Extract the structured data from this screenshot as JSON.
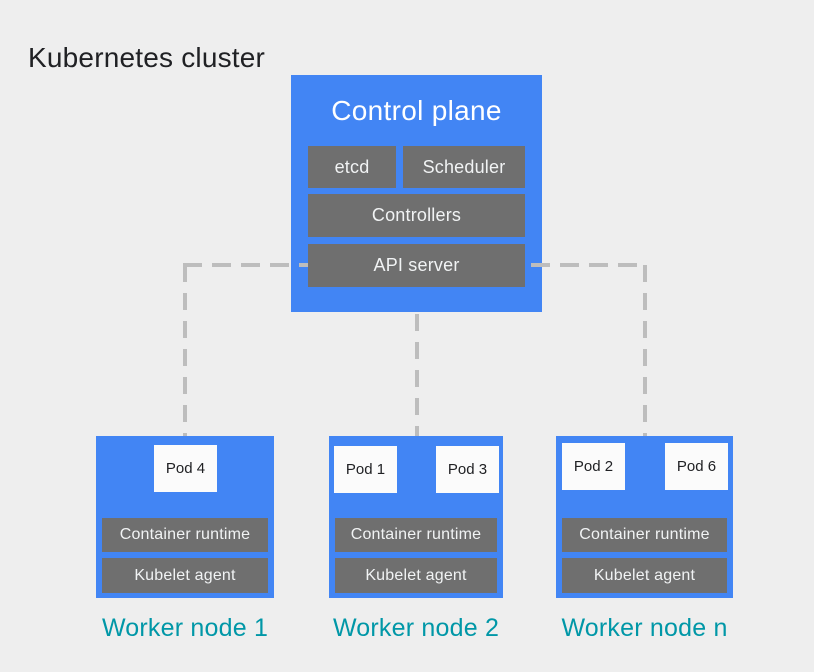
{
  "diagram": {
    "title": "Kubernetes cluster"
  },
  "control_plane": {
    "title": "Control plane",
    "components": {
      "etcd": "etcd",
      "scheduler": "Scheduler",
      "controllers": "Controllers",
      "api_server": "API server"
    }
  },
  "workers": [
    {
      "label": "Worker node 1",
      "pods": [
        "Pod 4"
      ],
      "components": {
        "runtime": "Container runtime",
        "kubelet": "Kubelet agent"
      }
    },
    {
      "label": "Worker node 2",
      "pods": [
        "Pod 1",
        "Pod 3"
      ],
      "components": {
        "runtime": "Container runtime",
        "kubelet": "Kubelet agent"
      }
    },
    {
      "label": "Worker node n",
      "pods": [
        "Pod 2",
        "Pod 6"
      ],
      "components": {
        "runtime": "Container runtime",
        "kubelet": "Kubelet agent"
      }
    }
  ],
  "colors": {
    "background": "#eeeeee",
    "node-blue": "#4285f4",
    "component-gray": "#6f6f6f",
    "component-text": "#f1f3f4",
    "pod-bg": "#fbfbfb",
    "pod-text": "#202124",
    "title-text": "#202124",
    "worker-label-teal": "#0097a7",
    "connector-gray": "#bdbdbd"
  }
}
